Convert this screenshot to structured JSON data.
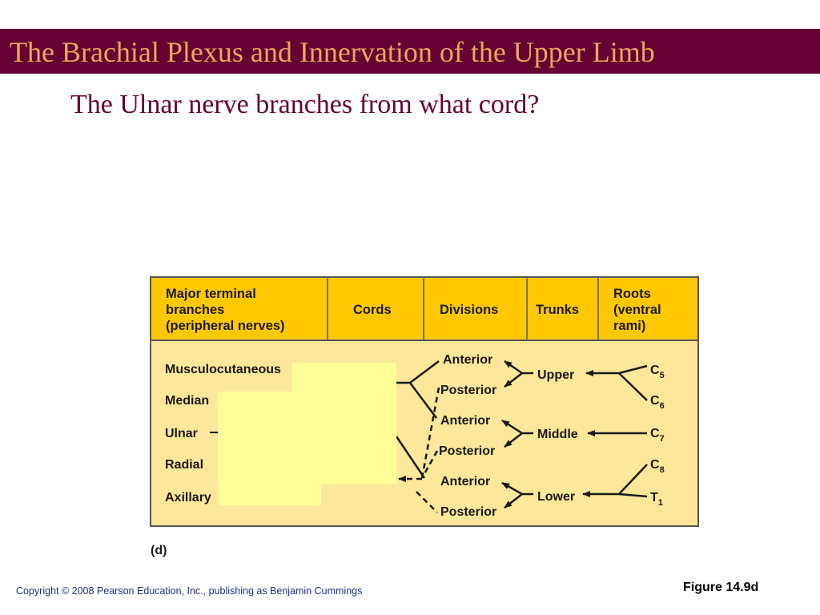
{
  "slide": {
    "title": "The Brachial Plexus and Innervation of the Upper Limb",
    "question": "The Ulnar nerve branches from what cord?",
    "copyright": "Copyright © 2008 Pearson Education, Inc., publishing as Benjamin Cummings",
    "figure_label": "Figure 14.9d"
  },
  "colors": {
    "title_bar": "#660033",
    "title_text": "#e8a85c",
    "question_text": "#660033",
    "header_fill": "#ffc800",
    "body_fill": "#fde79a",
    "cover_box": "#ffff99",
    "copyright_text": "#1c2f8c"
  },
  "diagram": {
    "headers": {
      "branches": [
        "Major terminal",
        "branches",
        "(peripheral nerves)"
      ],
      "cords": "Cords",
      "divisions": "Divisions",
      "trunks": "Trunks",
      "roots": [
        "Roots",
        "(ventral",
        "rami)"
      ]
    },
    "nerves": [
      "Musculocutaneous",
      "Median",
      "Ulnar",
      "Radial",
      "Axillary"
    ],
    "divisions": [
      "Anterior",
      "Posterior",
      "Anterior",
      "Posterior",
      "Anterior",
      "Posterior"
    ],
    "trunks": [
      "Upper",
      "Middle",
      "Lower"
    ],
    "roots": [
      {
        "letter": "C",
        "sub": "5"
      },
      {
        "letter": "C",
        "sub": "6"
      },
      {
        "letter": "C",
        "sub": "7"
      },
      {
        "letter": "C",
        "sub": "8"
      },
      {
        "letter": "T",
        "sub": "1"
      }
    ],
    "panel_label": "(d)"
  }
}
